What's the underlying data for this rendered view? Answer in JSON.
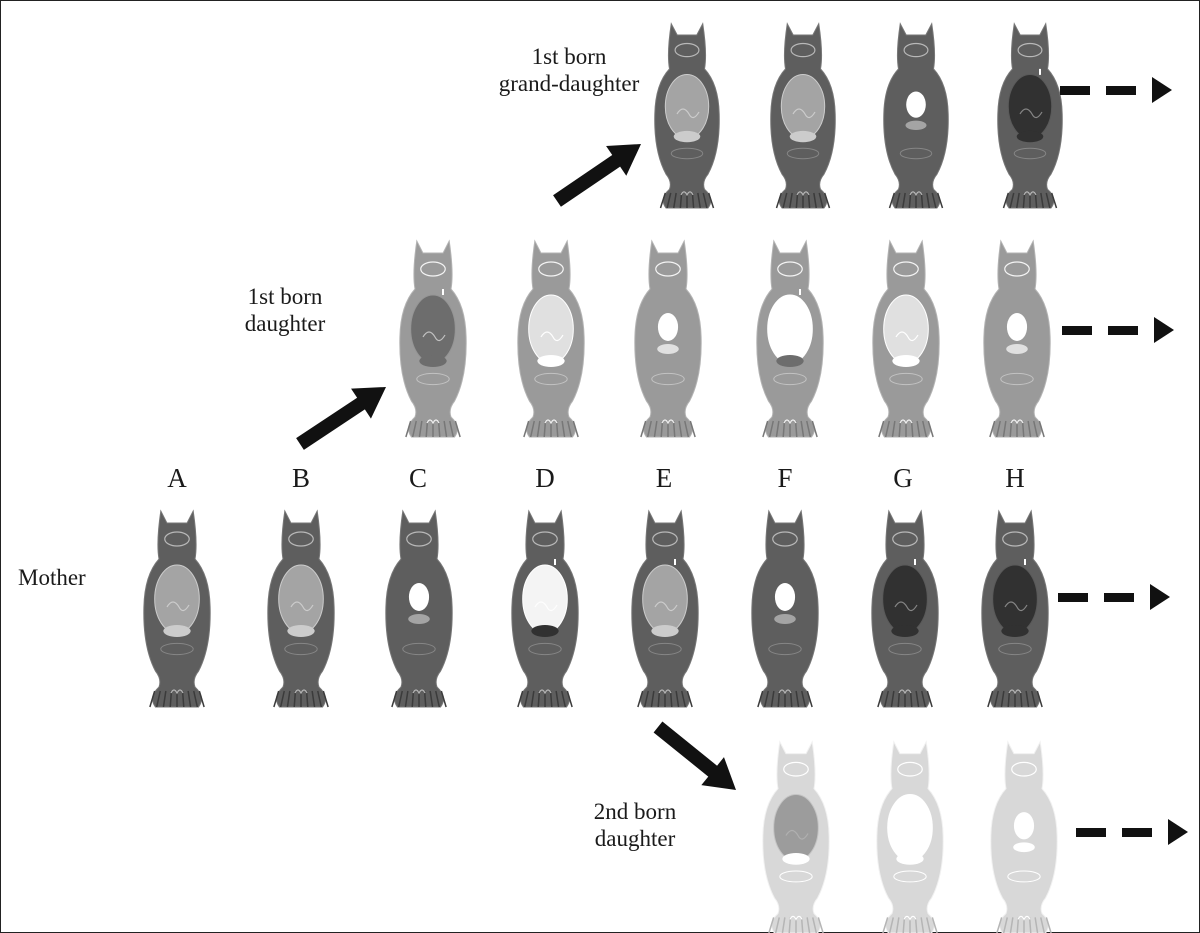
{
  "rows": [
    {
      "id": "mother",
      "label": "Mother",
      "body_color": "#5e5e5e",
      "stages": [
        {
          "id": "A",
          "mark": "embryo-light"
        },
        {
          "id": "B",
          "mark": "embryo-developing"
        },
        {
          "id": "C",
          "mark": "empty-egg"
        },
        {
          "id": "D",
          "mark": "new-egg"
        },
        {
          "id": "E",
          "mark": "embryo-developing-2"
        },
        {
          "id": "F",
          "mark": "empty-egg"
        },
        {
          "id": "G",
          "mark": "embryo-dark"
        },
        {
          "id": "H",
          "mark": "embryo-dark"
        }
      ]
    },
    {
      "id": "first-born-daughter",
      "label": "1st born daughter",
      "label_lines": [
        "1st born",
        "daughter"
      ],
      "body_color": "#9a9a9a",
      "stages": [
        {
          "mark": "embryo-dark"
        },
        {
          "mark": "embryo-developing"
        },
        {
          "mark": "empty-egg"
        },
        {
          "mark": "new-egg"
        },
        {
          "mark": "embryo-light"
        },
        {
          "mark": "empty-egg"
        }
      ]
    },
    {
      "id": "first-born-grand-daughter",
      "label": "1st born grand-daughter",
      "label_lines": [
        "1st born",
        "grand-daughter"
      ],
      "body_color": "#5e5e5e",
      "stages": [
        {
          "mark": "embryo-light"
        },
        {
          "mark": "embryo-developing"
        },
        {
          "mark": "empty-egg"
        },
        {
          "mark": "embryo-dark"
        }
      ]
    },
    {
      "id": "second-born-daughter",
      "label": "2nd born daughter",
      "label_lines": [
        "2nd born",
        "daughter"
      ],
      "body_color": "#d8d8d8",
      "stages": [
        {
          "mark": "embryo-mid"
        },
        {
          "mark": "embryo-developing"
        },
        {
          "mark": "empty-egg"
        }
      ]
    }
  ],
  "stage_letters": [
    "A",
    "B",
    "C",
    "D",
    "E",
    "F",
    "G",
    "H"
  ],
  "continuation": "dashed-arrow",
  "colors": {
    "dark_body": "#5e5e5e",
    "mid_body": "#9a9a9a",
    "light_body": "#d8d8d8",
    "arrow": "#111111"
  }
}
